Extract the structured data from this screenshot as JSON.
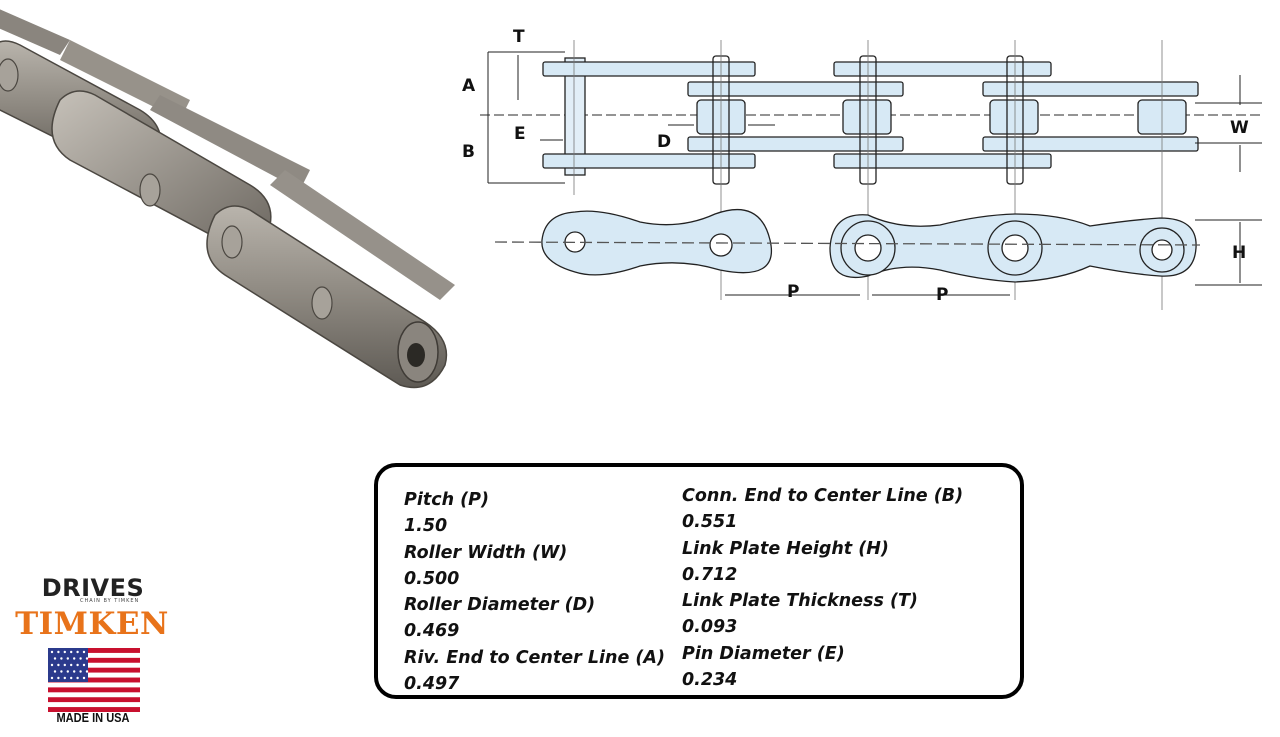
{
  "diagram": {
    "labels": {
      "T": "T",
      "A": "A",
      "B": "B",
      "E": "E",
      "D": "D",
      "W": "W",
      "H": "H",
      "P1": "P",
      "P2": "P"
    },
    "colors": {
      "fill": "#d7e9f5",
      "stroke": "#222222"
    }
  },
  "specs": {
    "left": [
      {
        "name": "Pitch (P)",
        "value": "1.50"
      },
      {
        "name": "Roller Width (W)",
        "value": "0.500"
      },
      {
        "name": "Roller Diameter (D)",
        "value": "0.469"
      },
      {
        "name": "Riv. End to Center Line (A)",
        "value": "0.497"
      }
    ],
    "right": [
      {
        "name": "Conn. End to Center Line (B)",
        "value": "0.551"
      },
      {
        "name": "Link Plate Height (H)",
        "value": "0.712"
      },
      {
        "name": "Link Plate Thickness (T)",
        "value": "0.093"
      },
      {
        "name": "Pin Diameter (E)",
        "value": "0.234"
      }
    ]
  },
  "logo": {
    "brand": "DRIVES",
    "tagline": "CHAIN BY TIMKEN",
    "company": "TIMKEN",
    "made_in": "MADE IN USA",
    "colors": {
      "timken": "#e8731a",
      "stripe_red": "#c8102e",
      "canton_blue": "#2b3a8c"
    }
  }
}
